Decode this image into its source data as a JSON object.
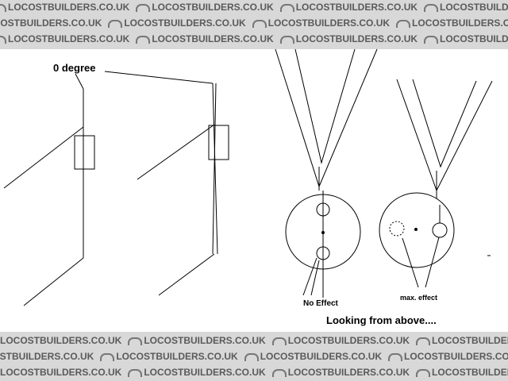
{
  "watermark": {
    "text": "LOCOSTBUILDERS.CO.UK"
  },
  "diagram": {
    "zero_degree_label": "0 degree",
    "no_effect_label": "No Effect",
    "max_effect_label": "max. effect",
    "caption": "Looking from above...."
  }
}
